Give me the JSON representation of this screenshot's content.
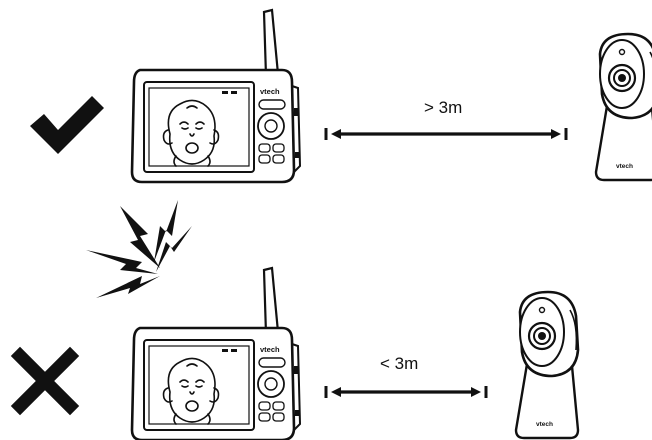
{
  "top_row": {
    "status": "correct",
    "distance_label": "> 3m",
    "monitor_brand": "vtech",
    "camera_brand": "vtech"
  },
  "bottom_row": {
    "status": "incorrect",
    "distance_label": "< 3m",
    "monitor_brand": "vtech",
    "camera_brand": "vtech"
  },
  "colors": {
    "ink": "#111111",
    "background": "#ffffff"
  },
  "icons": {
    "correct": "checkmark-icon",
    "incorrect": "cross-icon",
    "interference": "lightning-icon"
  }
}
